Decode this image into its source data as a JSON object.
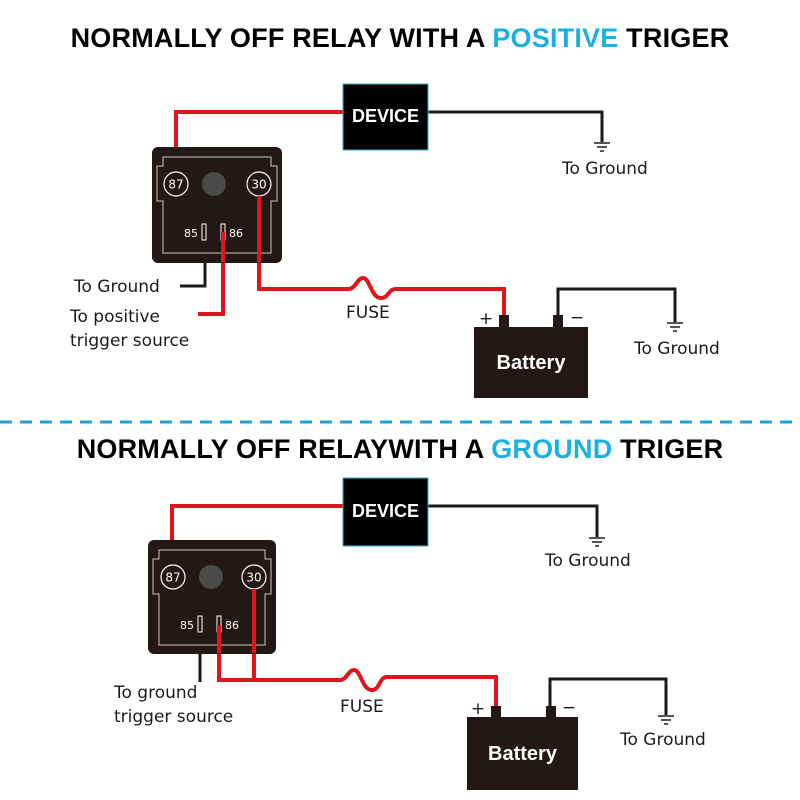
{
  "colors": {
    "accent": "#1ab0e4",
    "divider": "#1fa3c9",
    "wire_positive": "#e0141b",
    "wire_ground": "#1a1a1a",
    "component_fill": "#231815"
  },
  "sections": [
    {
      "title_prefix": "NORMALLY OFF RELAY WITH A ",
      "title_highlight": "POSITIVE",
      "title_suffix": " TRIGER",
      "device_label": "DEVICE",
      "device_ground_label": "To Ground",
      "relay_pins": {
        "p87": "87",
        "p30": "30",
        "p85": "85",
        "p86": "86"
      },
      "pin85_label": "To Ground",
      "pin86_label_line1": "To positive",
      "pin86_label_line2": "trigger source",
      "fuse_label": "FUSE",
      "battery_label": "Battery",
      "battery_plus": "+",
      "battery_minus": "−",
      "battery_ground_label": "To Ground"
    },
    {
      "title_prefix": "NORMALLY OFF RELAYWITH A ",
      "title_highlight": "GROUND",
      "title_suffix": " TRIGER",
      "device_label": "DEVICE",
      "device_ground_label": "To Ground",
      "relay_pins": {
        "p87": "87",
        "p30": "30",
        "p85": "85",
        "p86": "86"
      },
      "pin85_label_line1": "To ground",
      "pin85_label_line2": "trigger source",
      "fuse_label": "FUSE",
      "battery_label": "Battery",
      "battery_plus": "+",
      "battery_minus": "−",
      "battery_ground_label": "To Ground"
    }
  ]
}
